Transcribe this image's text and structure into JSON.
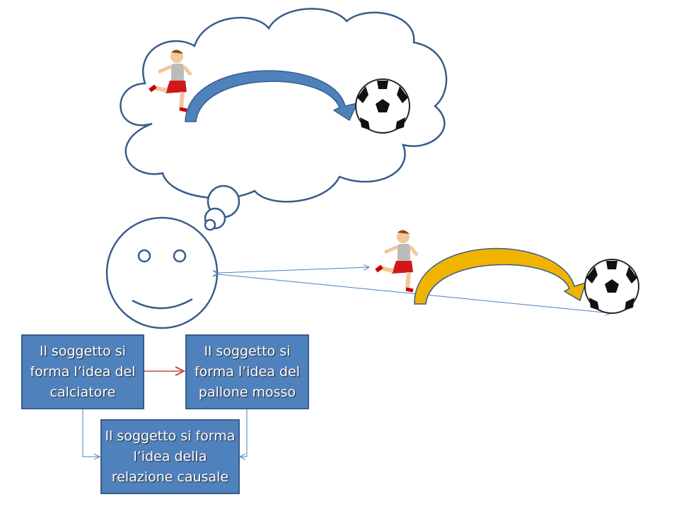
{
  "boxes": {
    "calciatore": "Il soggetto si forma l’idea del calciatore",
    "pallone": "Il soggetto si forma l’idea del pallone mosso",
    "relazione": "Il soggetto si forma l’idea della relazione causale"
  },
  "colors": {
    "box_fill": "#4f81bd",
    "outline": "#385d8a",
    "imagined_arrow": "#4f81bd",
    "real_arrow": "#f0b400",
    "red_arrow": "#c0504d"
  }
}
